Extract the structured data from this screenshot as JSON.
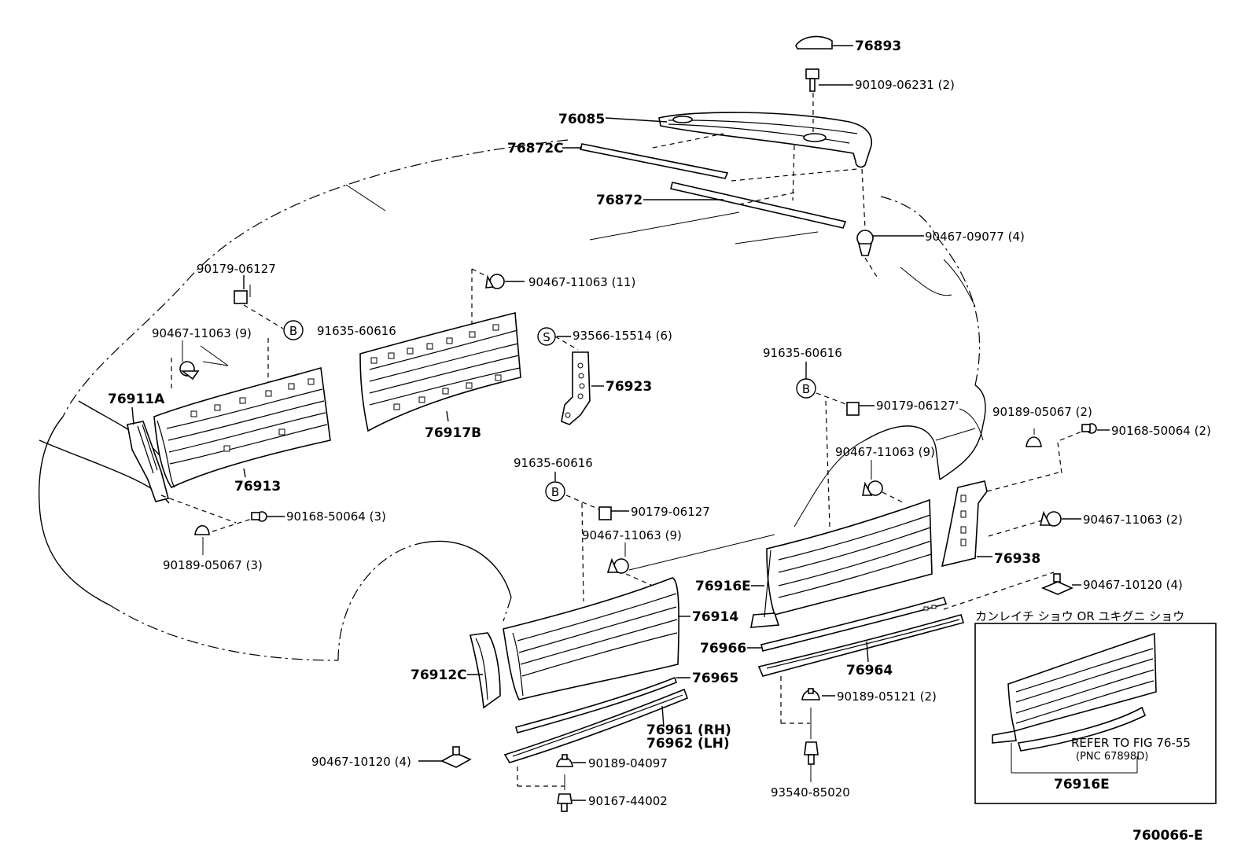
{
  "figure_id": "760066-E",
  "callouts": [
    {
      "id": "p76893",
      "text": "76893"
    },
    {
      "id": "p90109",
      "text": "90109-06231 (2)"
    },
    {
      "id": "p76085",
      "text": "76085"
    },
    {
      "id": "p76872C",
      "text": "76872C"
    },
    {
      "id": "p76872",
      "text": "76872"
    },
    {
      "id": "p90467_09077",
      "text": "90467-09077 (4)"
    },
    {
      "id": "p90179_a",
      "text": "90179-06127"
    },
    {
      "id": "p91635_a",
      "text": "91635-60616"
    },
    {
      "id": "p90467_11063_9a",
      "text": "90467-11063 (9)"
    },
    {
      "id": "p90467_11063_11",
      "text": "90467-11063 (11)"
    },
    {
      "id": "p93566",
      "text": "93566-15514 (6)"
    },
    {
      "id": "p76923",
      "text": "76923"
    },
    {
      "id": "p76911A",
      "text": "76911A"
    },
    {
      "id": "p76917B",
      "text": "76917B"
    },
    {
      "id": "p76913",
      "text": "76913"
    },
    {
      "id": "p90168_3",
      "text": "90168-50064 (3)"
    },
    {
      "id": "p90189_3",
      "text": "90189-05067 (3)"
    },
    {
      "id": "p91635_b",
      "text": "91635-60616"
    },
    {
      "id": "p90179_b",
      "text": "90179-06127'"
    },
    {
      "id": "p90189_2",
      "text": "90189-05067 (2)"
    },
    {
      "id": "p90168_2",
      "text": "90168-50064 (2)"
    },
    {
      "id": "p90467_11063_9b",
      "text": "90467-11063 (9)"
    },
    {
      "id": "p91635_c",
      "text": "91635-60616"
    },
    {
      "id": "p90179_c",
      "text": "90179-06127"
    },
    {
      "id": "p90467_11063_2",
      "text": "90467-11063 (2)"
    },
    {
      "id": "p90467_11063_9c",
      "text": "90467-11063 (9)"
    },
    {
      "id": "p76938",
      "text": "76938"
    },
    {
      "id": "p90467_10120_4a",
      "text": "90467-10120 (4)"
    },
    {
      "id": "p76916E",
      "text": "76916E"
    },
    {
      "id": "p76914",
      "text": "76914"
    },
    {
      "id": "p76966",
      "text": "76966"
    },
    {
      "id": "p76964",
      "text": "76964"
    },
    {
      "id": "p76912C",
      "text": "76912C"
    },
    {
      "id": "p76965",
      "text": "76965"
    },
    {
      "id": "p76961",
      "text": "76961 (RH)"
    },
    {
      "id": "p76962",
      "text": "76962 (LH)"
    },
    {
      "id": "p90189_05121",
      "text": "90189-05121 (2)"
    },
    {
      "id": "p90467_10120_4b",
      "text": "90467-10120 (4)"
    },
    {
      "id": "p90189_04097",
      "text": "90189-04097"
    },
    {
      "id": "p90167",
      "text": "90167-44002"
    },
    {
      "id": "p93540",
      "text": "93540-85020"
    }
  ],
  "markers": {
    "b": "B",
    "s": "S"
  },
  "inset": {
    "title": "カンレイチ ショウ OR ユキグニ ショウ",
    "refer_line1": "REFER TO FIG 76-55",
    "refer_line2": "(PNC 67898D)",
    "part": "76916E"
  }
}
